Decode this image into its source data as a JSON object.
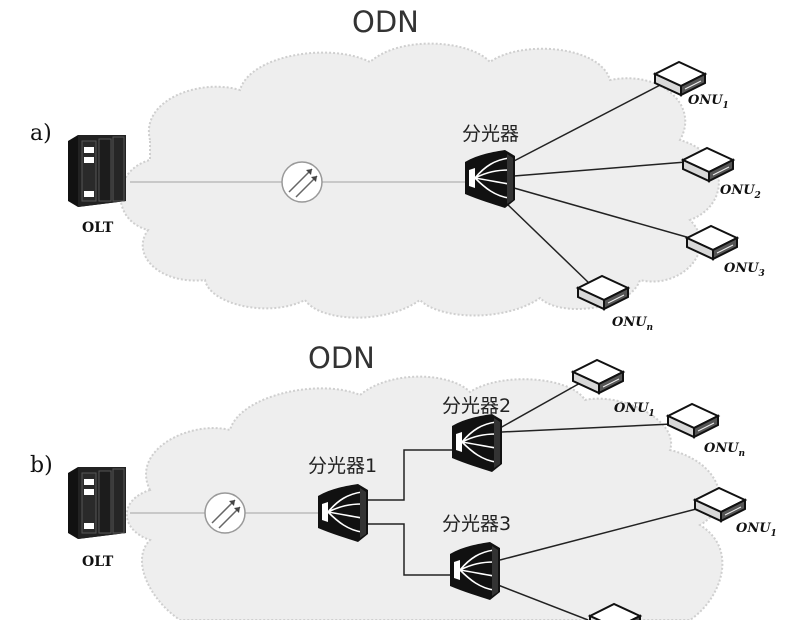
{
  "diagram_a": {
    "panel_label": "a)",
    "cloud_label": "ODN",
    "olt_label": "OLT",
    "splitter_label": "分光器",
    "onus": [
      {
        "base": "ONU",
        "sub": "1"
      },
      {
        "base": "ONU",
        "sub": "2"
      },
      {
        "base": "ONU",
        "sub": "3"
      },
      {
        "base": "ONU",
        "sub": "n"
      }
    ]
  },
  "diagram_b": {
    "panel_label": "b)",
    "cloud_label": "ODN",
    "olt_label": "OLT",
    "splitter1_label": "分光器1",
    "splitter2_label": "分光器2",
    "splitter3_label": "分光器3",
    "onus": [
      {
        "base": "ONU",
        "sub": "1"
      },
      {
        "base": "ONU",
        "sub": "n"
      },
      {
        "base": "ONU",
        "sub": "1"
      }
    ]
  },
  "colors": {
    "cloud_fill": "#eeeeee",
    "cloud_stroke": "#cfcfcf",
    "fiber_main": "#bbbbbb",
    "fiber_branch": "#222222",
    "device": "#111111"
  }
}
